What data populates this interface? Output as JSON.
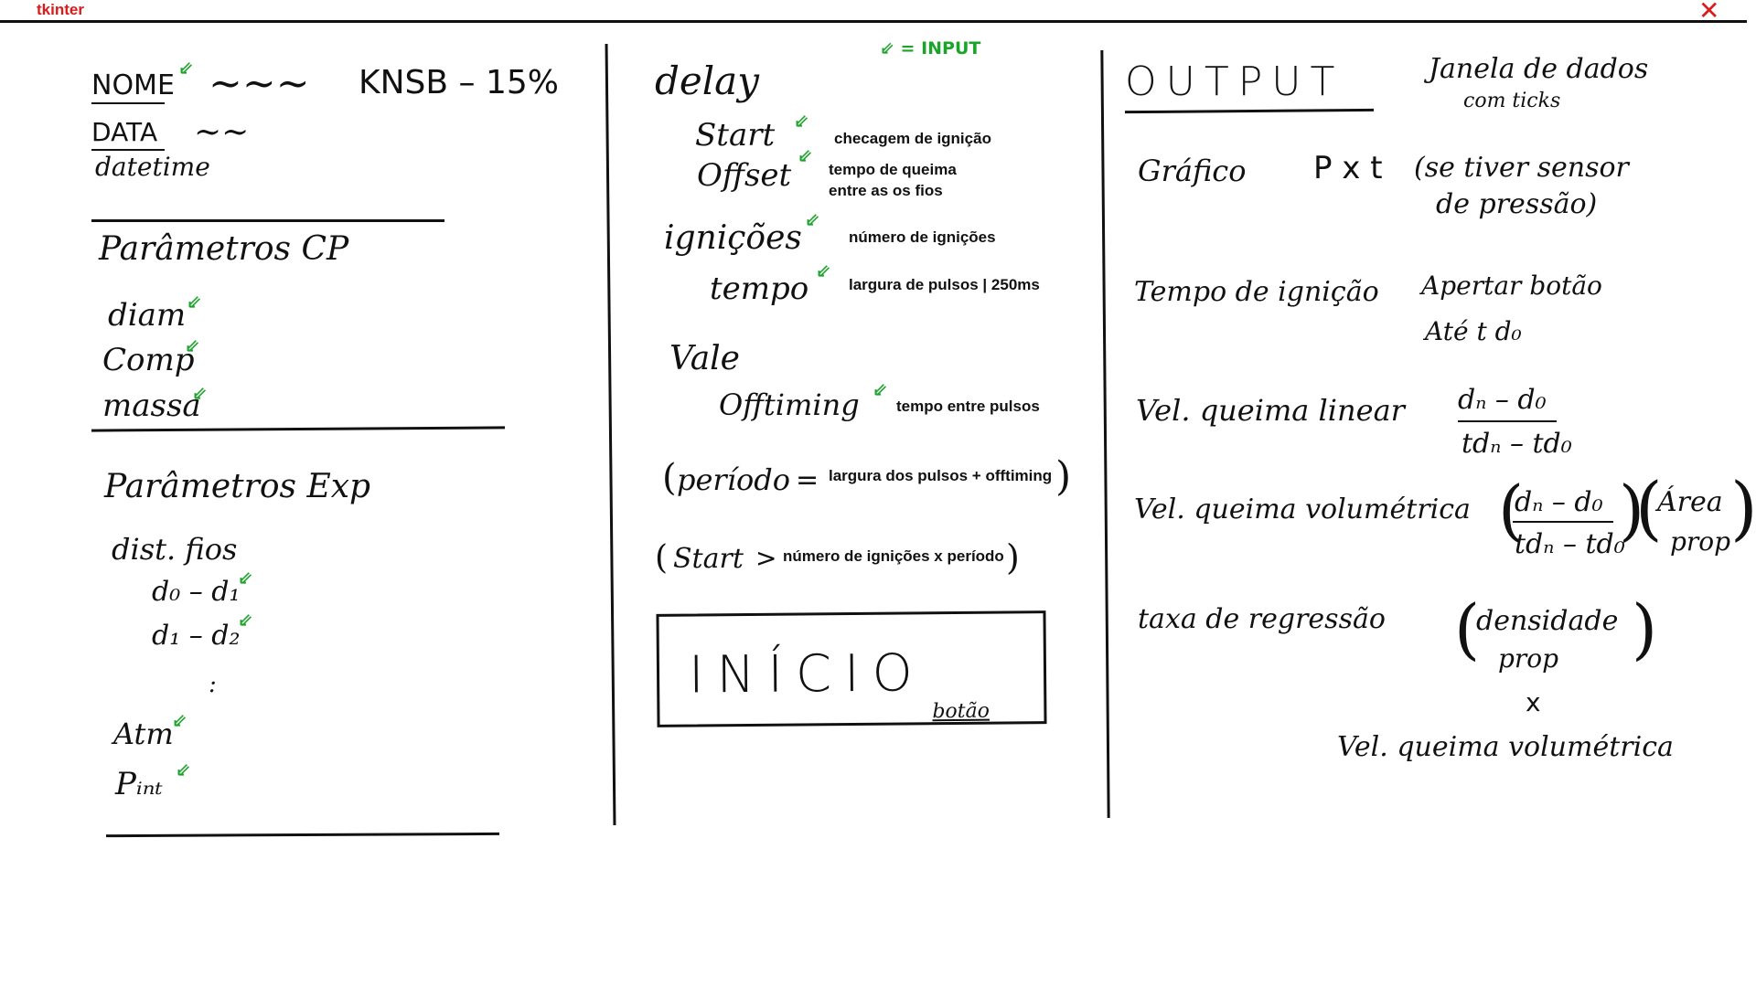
{
  "window": {
    "title": "tkinter",
    "close_glyph": "✕"
  },
  "legend": {
    "text": "⇙ = INPUT"
  },
  "input_glyph": "⇙",
  "left": {
    "nome_label": "NOME",
    "nome_value": "KNSB – 15%",
    "data_label": "DATA",
    "datetime_label": "datetime",
    "cp_title": "Parâmetros CP",
    "cp_fields": [
      "diam",
      "Comp",
      "massa"
    ],
    "exp_title": "Parâmetros Exp",
    "dist_label": "dist. fios",
    "dist_fields": [
      "d₀ – d₁",
      "d₁ – d₂"
    ],
    "ellipsis": ":",
    "atm_label": "Atm",
    "pint_label": "Pᵢₙₜ"
  },
  "middle": {
    "delay_title": "delay",
    "start_label": "Start",
    "start_note": "checagem de ignição",
    "offset_label": "Offset",
    "offset_note_1": "tempo de queima",
    "offset_note_2": "entre as os fios",
    "ignicoes_label": "ignições",
    "ignicoes_note": "número de ignições",
    "tempo_label": "tempo",
    "tempo_note": "largura de pulsos  | 250ms",
    "vale_title": "Vale",
    "offtiming_label": "Offtiming",
    "offtiming_note": "tempo entre pulsos",
    "periodo_label": "período",
    "periodo_note": "largura dos pulsos + offtiming",
    "start_calc_label": "Start",
    "start_calc_note": "número de ignições x período",
    "inicio_button": "INÍCIO",
    "inicio_sub": "botão"
  },
  "right": {
    "output_title": "OUTPUT",
    "output_note_1": "Janela de dados",
    "output_note_2": "com ticks",
    "grafico_label": "Gráfico",
    "grafico_value": "P x t",
    "grafico_note_1": "(se tiver sensor",
    "grafico_note_2": "de pressão)",
    "tempo_ign_label": "Tempo de ignição",
    "tempo_ign_value_1": "Apertar botão",
    "tempo_ign_value_2": "Até t d₀",
    "vel_linear_label": "Vel. queima linear",
    "vel_linear_num": "dₙ – d₀",
    "vel_linear_den": "tdₙ – td₀",
    "vel_vol_label": "Vel. queima volumétrica",
    "vel_vol_num": "dₙ – d₀",
    "vel_vol_den": "tdₙ – td₀",
    "area_1": "Área",
    "area_2": "prop",
    "taxa_label": "taxa de regressão",
    "densidade_1": "densidade",
    "densidade_2": "prop",
    "times": "x",
    "vel_vol_repeat": "Vel. queima volumétrica"
  }
}
